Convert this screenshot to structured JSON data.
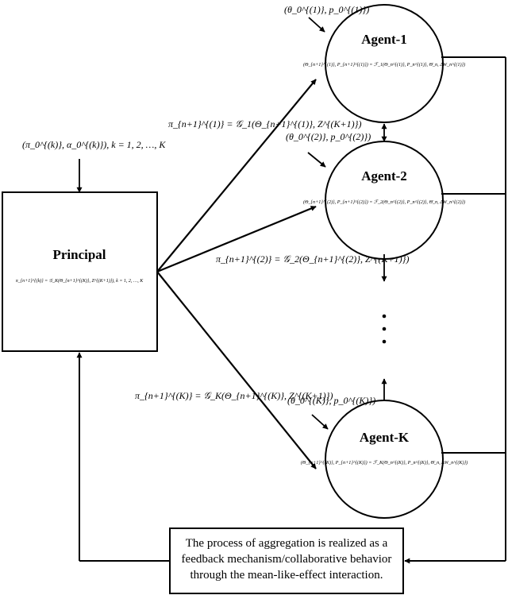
{
  "principal": {
    "title": "Principal",
    "formula": "π_{n+1}^{(k)} = 𝒢_K(Θ_{n+1}^{(K)}, Z^{(K+1)}),   k = 1, 2, …, K",
    "input_label": "(π_0^{(k)}, α_0^{(k)}),   k = 1, 2, …, K"
  },
  "agents": [
    {
      "title": "Agent-1",
      "formula": "(Θ_{n+1}^{(1)}, P_{n+1}^{(1)}) = ℱ_1(Θ_n^{(1)}, P_n^{(1)}, Θ̄_n, ΔW_n^{(1)})",
      "init_label": "(θ_0^{(1)}, p_0^{(1)})",
      "link_label": "π_{n+1}^{(1)} = 𝒢_1(Θ_{n+1}^{(1)}, Z^{(K+1)})"
    },
    {
      "title": "Agent-2",
      "formula": "(Θ_{n+1}^{(2)}, P_{n+1}^{(2)}) = ℱ_2(Θ_n^{(2)}, P_n^{(2)}, Θ̄_n, ΔW_n^{(2)})",
      "init_label": "(θ_0^{(2)}, p_0^{(2)})",
      "link_label": "π_{n+1}^{(2)} = 𝒢_2(Θ_{n+1}^{(2)}, Z^{(K+1)})"
    },
    {
      "title": "Agent-K",
      "formula": "(Θ_{n+1}^{(K)}, P_{n+1}^{(K)}) = ℱ_K(Θ_n^{(K)}, P_n^{(K)}, Θ̄_n, ΔW_n^{(K)})",
      "init_label": "(θ_0^{(K)}, p_0^{(K)})",
      "link_label": "π_{n+1}^{(K)} = 𝒢_K(Θ_{n+1}^{(K)}, Z^{(K+1)})"
    }
  ],
  "feedback": {
    "line1": "The process of aggregation is realized as a",
    "line2": "feedback mechanism/collaborative behavior",
    "line3": "through the mean-like-effect interaction."
  },
  "ellipsis": "⋮"
}
